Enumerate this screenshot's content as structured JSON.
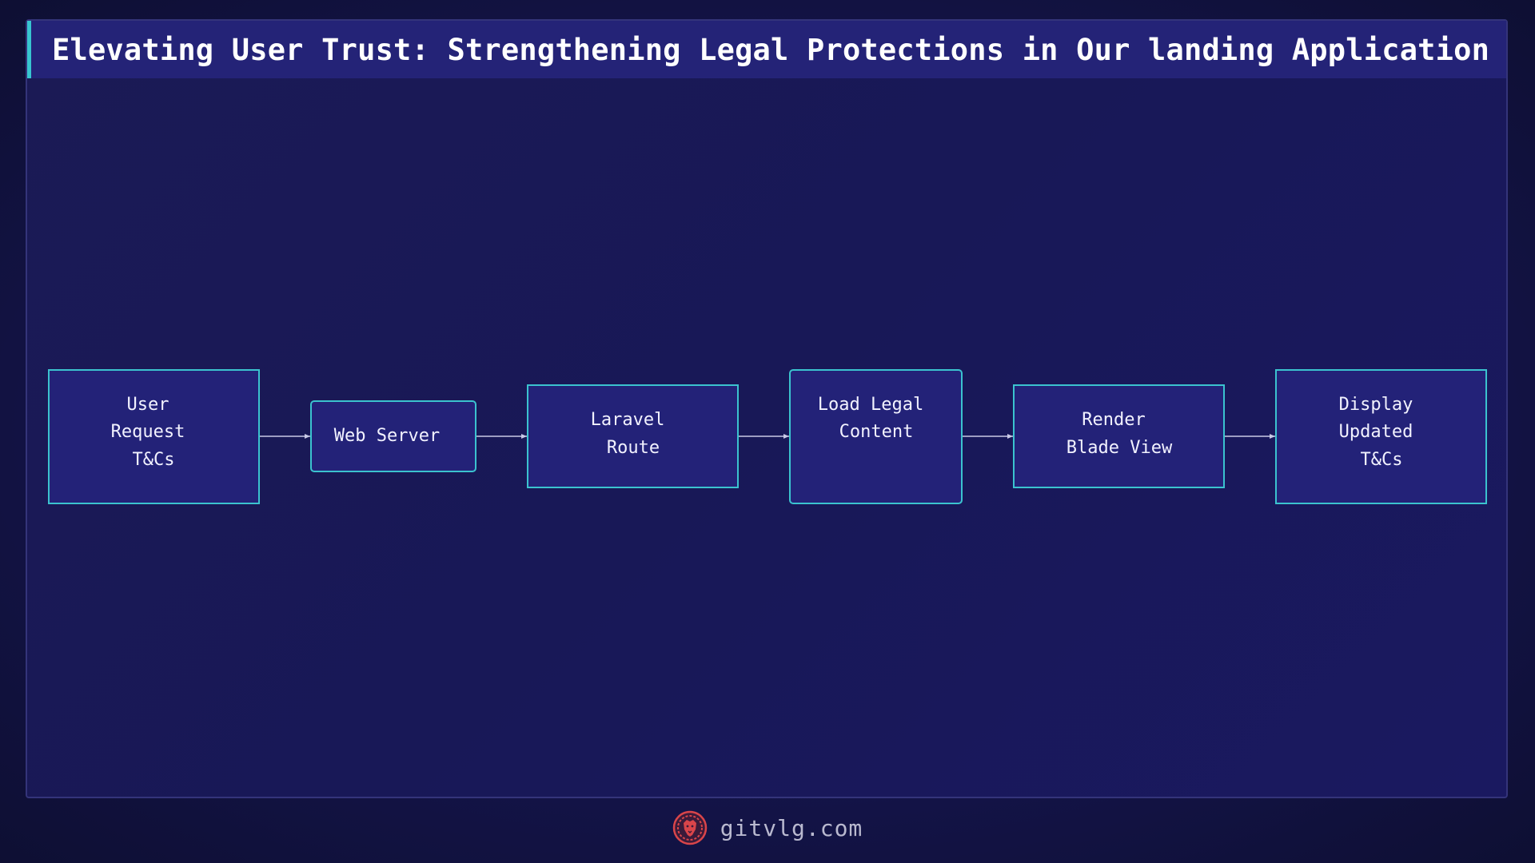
{
  "header": {
    "title": "Elevating User Trust: Strengthening Legal Protections in Our landing Application"
  },
  "diagram": {
    "type": "flowchart",
    "direction": "left-to-right",
    "colors": {
      "node_fill": "#232278",
      "node_border": "#3bc3cf",
      "edge": "#c9c9e6",
      "text": "#f2f2ff"
    },
    "nodes": [
      {
        "id": "user-request",
        "lines": [
          "User",
          "Request",
          "T&Cs"
        ]
      },
      {
        "id": "web-server",
        "lines": [
          "Web Server"
        ]
      },
      {
        "id": "laravel-route",
        "lines": [
          "Laravel",
          "Route"
        ]
      },
      {
        "id": "load-legal-content",
        "lines": [
          "Load Legal",
          "Content"
        ]
      },
      {
        "id": "render-blade-view",
        "lines": [
          "Render",
          "Blade View"
        ]
      },
      {
        "id": "display-updated",
        "lines": [
          "Display",
          "Updated",
          "T&Cs"
        ]
      }
    ],
    "edges": [
      {
        "from": "user-request",
        "to": "web-server"
      },
      {
        "from": "web-server",
        "to": "laravel-route"
      },
      {
        "from": "laravel-route",
        "to": "load-legal-content"
      },
      {
        "from": "load-legal-content",
        "to": "render-blade-view"
      },
      {
        "from": "render-blade-view",
        "to": "display-updated"
      }
    ]
  },
  "footer": {
    "site": "gitvlg.com",
    "logo_icon": "lion-logo-icon"
  }
}
